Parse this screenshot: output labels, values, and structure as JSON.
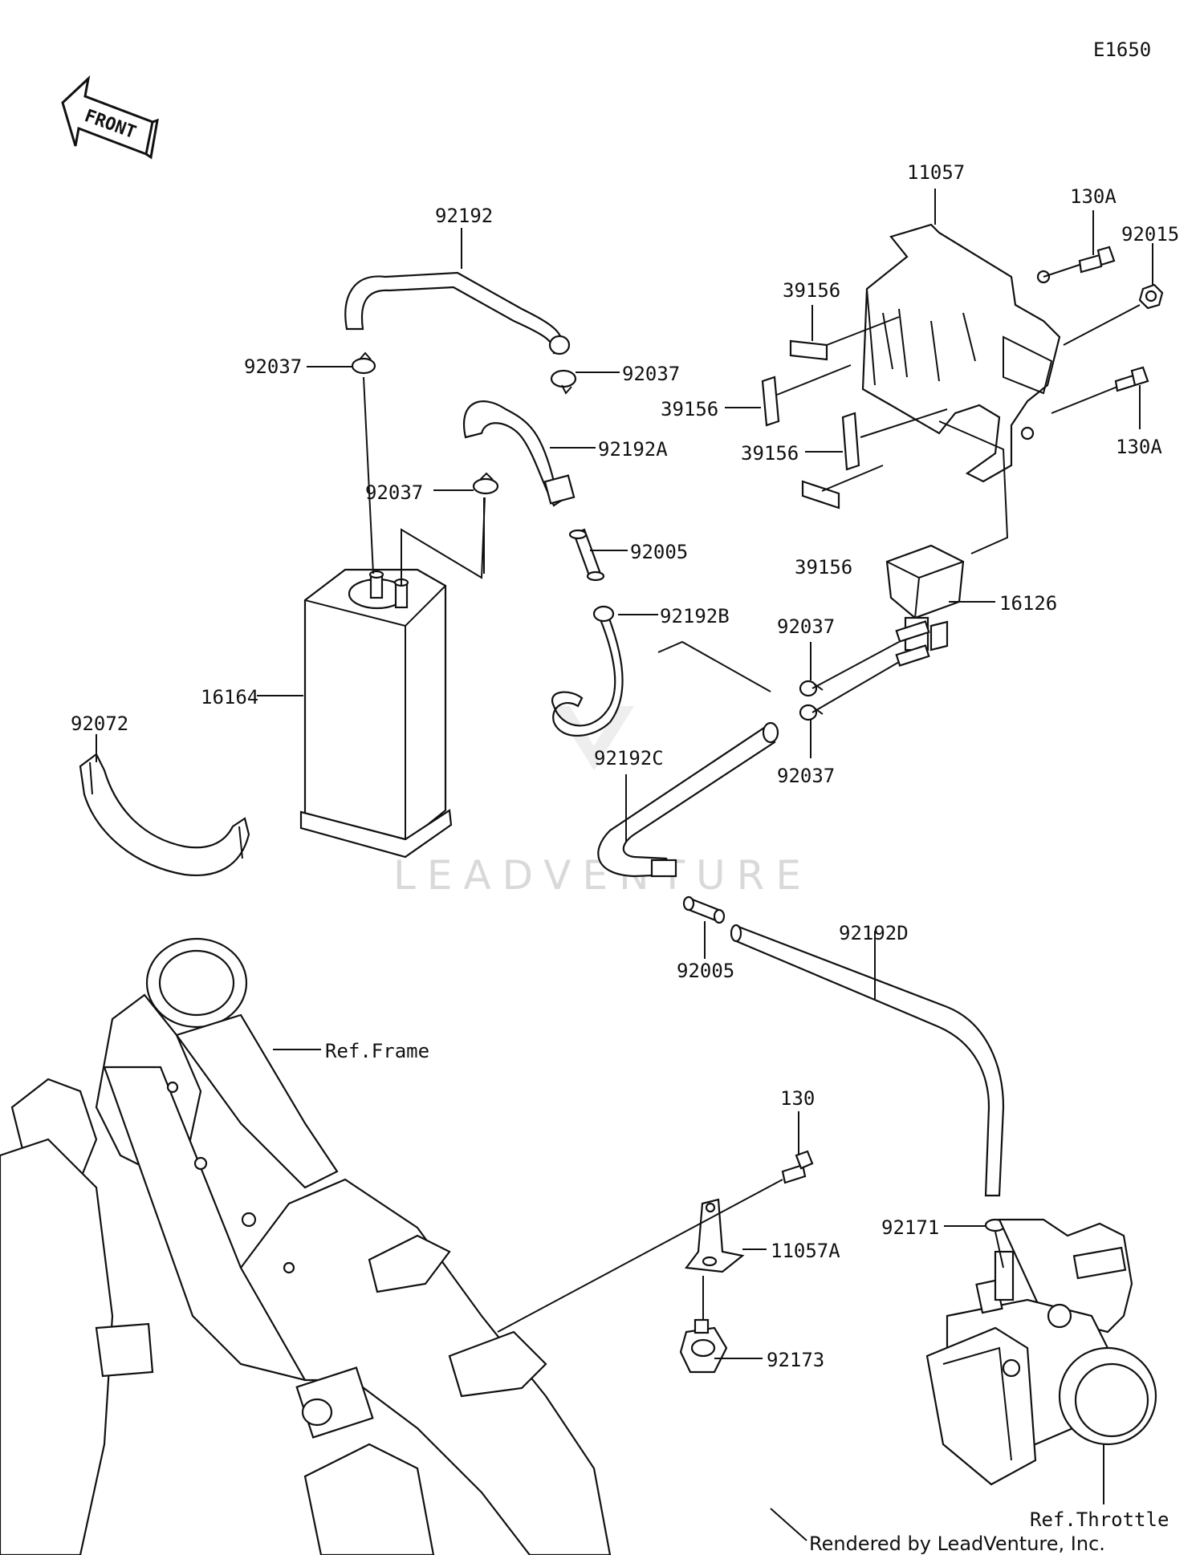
{
  "diagram_code": "E1650",
  "front_label": "FRONT",
  "watermark": "LEADVENTURE",
  "credit": "Rendered by LeadVenture, Inc.",
  "callouts": {
    "c92192": "92192",
    "c92037a": "92037",
    "c92037b": "92037",
    "c92192A": "92192A",
    "c92037c": "92037",
    "c92005a": "92005",
    "c92192B": "92192B",
    "c16164": "16164",
    "c92072": "92072",
    "c92192C": "92192C",
    "c92005b": "92005",
    "c92192D": "92192D",
    "c11057": "11057",
    "c130Aa": "130A",
    "c92015": "92015",
    "c39156a": "39156",
    "c39156b": "39156",
    "c39156c": "39156",
    "c39156d": "39156",
    "c130Ab": "130A",
    "c16126": "16126",
    "c92037d": "92037",
    "c92037e": "92037",
    "cRefFrame": "Ref.Frame",
    "c130": "130",
    "c11057A": "11057A",
    "c92173": "92173",
    "c92171": "92171",
    "cRefThrottle": "Ref.Throttle"
  }
}
